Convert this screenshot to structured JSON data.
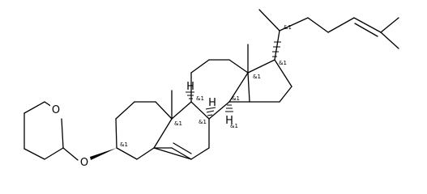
{
  "molecule": {
    "atoms": {
      "oxygen_ring": "O",
      "oxygen_ether": "O",
      "hydrogen_c8": "H",
      "hydrogen_c9": "H",
      "hydrogen_c14": "H"
    },
    "stereo_labels": [
      "&1",
      "&1",
      "&1",
      "&1",
      "&1",
      "&1",
      "&1",
      "&1",
      "&1"
    ]
  },
  "colors": {
    "bond": "#000000",
    "background": "#ffffff"
  }
}
